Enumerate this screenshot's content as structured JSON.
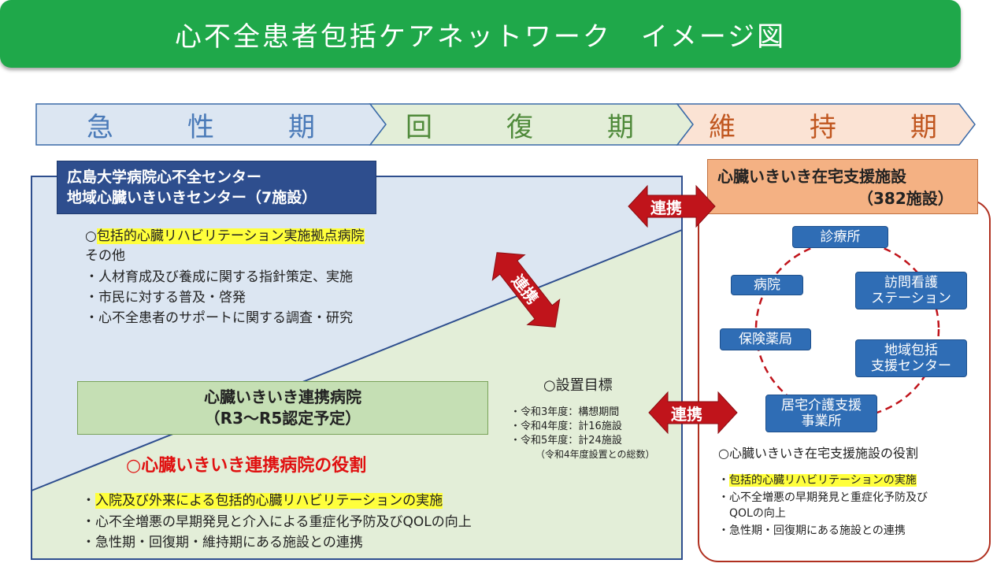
{
  "title": "心不全患者包括ケアネットワーク　イメージ図",
  "phases": [
    "急　性　期",
    "回　復　期",
    "維　持　期"
  ],
  "colors": {
    "title_green": "#1fa84a",
    "acute_blue": "#dce6f2",
    "recovery_green": "#e3eed8",
    "maintenance_orange": "#fbe3d4",
    "link_red": "#c0141b",
    "highlight": "#ffff3c"
  },
  "left_panel": {
    "header_lines": [
      "広島大学病院心不全センター",
      "地域心臓いきいきセンター（7施設）"
    ],
    "intro_prefix": "○",
    "intro_highlight": "包括的心臓リハビリテーション実施拠点病院",
    "other_label": "その他",
    "bullets": [
      "・人材育成及び養成に関する指針策定、実施",
      "・市民に対する普及・啓発",
      "・心不全患者のサポートに関する調査・研究"
    ]
  },
  "mid_link_label": "連携",
  "top_link_label": "連携",
  "bottom_link_label": "連携",
  "collab_hospital": {
    "lines": [
      "心臓いきいき連携病院",
      "（R3～R5認定予定）"
    ]
  },
  "target": {
    "heading": "○設置目標",
    "items": [
      "・令和3年度：構想期間",
      "・令和4年度：計16施設",
      "・令和5年度：計24施設"
    ],
    "note": "（令和4年度設置との総数）"
  },
  "collab_role": {
    "heading": "○心臓いきいき連携病院の役割",
    "first_prefix": "・",
    "first_highlight": "入院及び外来による包括的心臓リハビリテーションの実施",
    "items": [
      "・心不全増悪の早期発見と介入による重症化予防及びQOLの向上",
      "・急性期・回復期・維持期にある施設との連携"
    ]
  },
  "right_panel": {
    "header_lines": [
      "心臓いきいき在宅支援施設",
      "（382施設）"
    ],
    "nodes": {
      "clinic": "診療所",
      "hospital": "病院",
      "nursing": [
        "訪問看護",
        "ステーション"
      ],
      "pharmacy": "保険薬局",
      "community": [
        "地域包括",
        "支援センター"
      ],
      "care_office": [
        "居宅介護支援",
        "事業所"
      ]
    },
    "role_heading": "○心臓いきいき在宅支援施設の役割",
    "role_first_prefix": "・",
    "role_first_highlight": "包括的心臓リハビリテーションの実施",
    "role_items": [
      "・心不全増悪の早期発見と重症化予防及び",
      "QOLの向上",
      "・急性期・回復期にある施設との連携"
    ]
  }
}
